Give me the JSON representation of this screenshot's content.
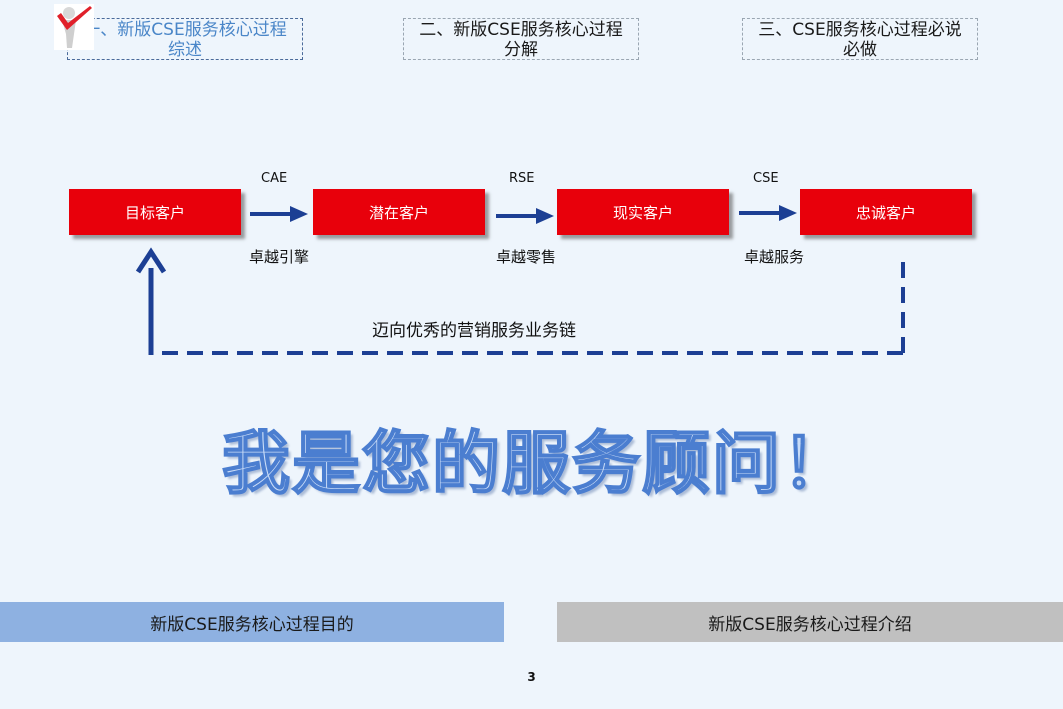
{
  "tabs": [
    {
      "line1": "一、新版CSE服务核心过程",
      "line2": "综述",
      "active": true
    },
    {
      "line1": "二、新版CSE服务核心过程",
      "line2": "分解",
      "active": false
    },
    {
      "line1": "三、CSE服务核心过程必说",
      "line2": "必做",
      "active": false
    }
  ],
  "flow": {
    "boxes": [
      "目标客户",
      "潜在客户",
      "现实客户",
      "忠诚客户"
    ],
    "arrow_labels_top": [
      "CAE",
      "RSE",
      "CSE"
    ],
    "arrow_labels_bottom": [
      "卓越引擎",
      "卓越零售",
      "卓越服务"
    ],
    "chain_label": "迈向优秀的营销服务业务链"
  },
  "slogan": "我是您的服务顾问！",
  "bottom_bars": {
    "left": "新版CSE服务核心过程目的",
    "right": "新版CSE服务核心过程介绍"
  },
  "page_number": "3",
  "colors": {
    "box_red": "#e8000b",
    "arrow_blue": "#1c3f94",
    "active_tab_text": "#4a86c8",
    "bar_left": "#8eb1e1",
    "bar_right": "#c0c0c0",
    "background": "#eef5fc"
  }
}
